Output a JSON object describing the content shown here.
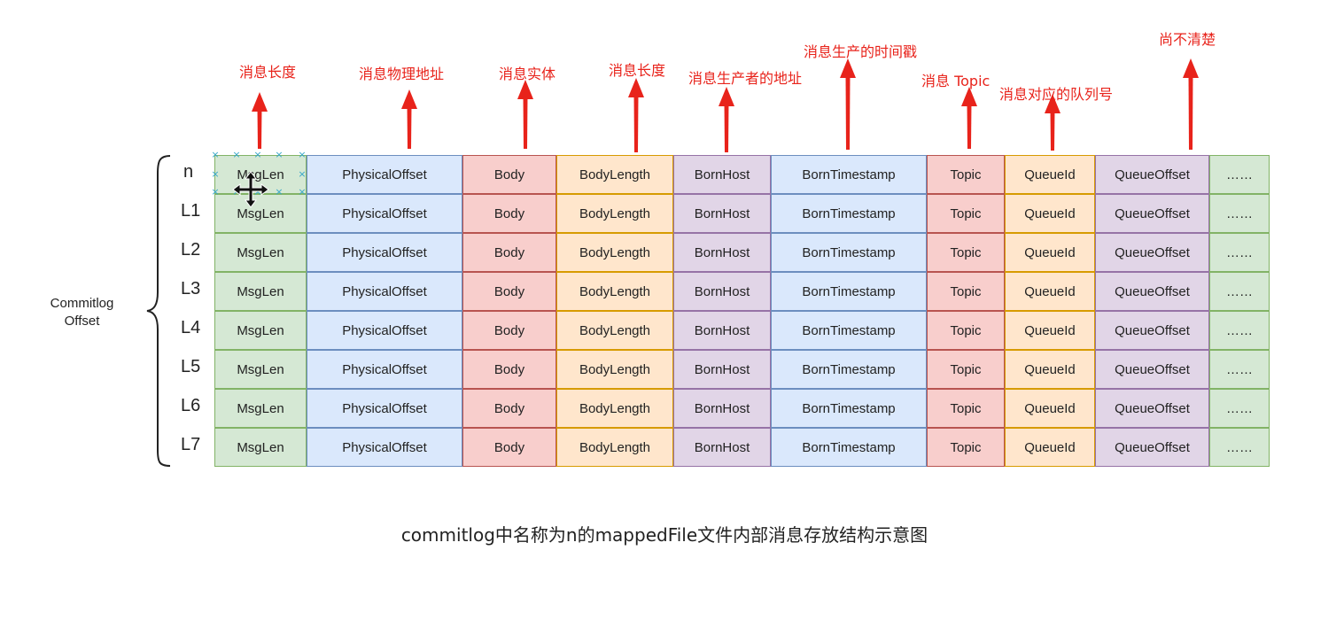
{
  "columns": [
    {
      "key": "msglen",
      "label": "MsgLen",
      "fill": "#d5e8d4",
      "stroke": "#82b366"
    },
    {
      "key": "physicaloffset",
      "label": "PhysicalOffset",
      "fill": "#dae8fc",
      "stroke": "#6c8ebf"
    },
    {
      "key": "body",
      "label": "Body",
      "fill": "#f8cecc",
      "stroke": "#b85450"
    },
    {
      "key": "bodylength",
      "label": "BodyLength",
      "fill": "#ffe6cc",
      "stroke": "#d79b00"
    },
    {
      "key": "bornhost",
      "label": "BornHost",
      "fill": "#e1d5e7",
      "stroke": "#9673a6"
    },
    {
      "key": "borntimestamp",
      "label": "BornTimestamp",
      "fill": "#dae8fc",
      "stroke": "#6c8ebf"
    },
    {
      "key": "topic",
      "label": "Topic",
      "fill": "#f8cecc",
      "stroke": "#b85450"
    },
    {
      "key": "queueid",
      "label": "QueueId",
      "fill": "#ffe6cc",
      "stroke": "#d79b00"
    },
    {
      "key": "queueoffset",
      "label": "QueueOffset",
      "fill": "#e1d5e7",
      "stroke": "#9673a6"
    },
    {
      "key": "more",
      "label": "……",
      "fill": "#d5e8d4",
      "stroke": "#82b366"
    }
  ],
  "rows": [
    "n",
    "L1",
    "L2",
    "L3",
    "L4",
    "L5",
    "L6",
    "L7"
  ],
  "offset_label": [
    "Commitlog",
    "Offset"
  ],
  "annotations": [
    {
      "text": "消息长度",
      "column": "msglen"
    },
    {
      "text": "消息物理地址",
      "column": "physicaloffset"
    },
    {
      "text": "消息实体",
      "column": "body"
    },
    {
      "text": "消息长度",
      "column": "bodylength"
    },
    {
      "text": "消息生产者的地址",
      "column": "bornhost"
    },
    {
      "text": "消息生产的时间戳",
      "column": "borntimestamp"
    },
    {
      "text": "消息 Topic",
      "column": "topic"
    },
    {
      "text": "消息对应的队列号",
      "column": "queueid"
    },
    {
      "text": "尚不清楚",
      "column": "queueoffset"
    }
  ],
  "caption": "commitlog中名称为n的mappedFile文件内部消息存放结构示意图",
  "colors": {
    "annotation": "#e8231b",
    "selection": "#34a6c8"
  },
  "icons": {
    "cursor": "move-cursor-icon",
    "brace": "curly-brace"
  }
}
